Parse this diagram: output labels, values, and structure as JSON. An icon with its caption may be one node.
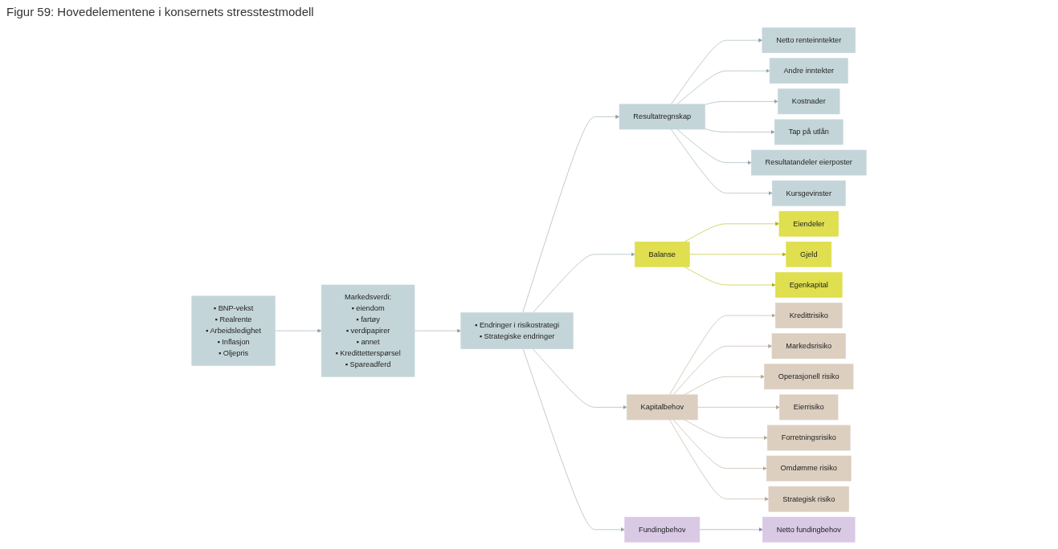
{
  "diagram": {
    "title": "Figur 59: Hovedelementene i konsernets stresstestmodell",
    "nodes": [
      {
        "text": [
          "▪ BNP-vekst",
          "▪ Realrente",
          "▪ Arbeidsledighet",
          "▪ Inflasjon",
          "▪ Oljepris"
        ]
      },
      {
        "text": [
          "Markedsverdi:",
          "▪ eiendom",
          "▪ fartøy",
          "▪ verdipapirer",
          "▪ annet",
          "▪ Kredittetterspørsel",
          "▪ Spareadferd"
        ]
      },
      {
        "text": [
          "▪ Endringer i risikostrategi",
          "▪ Strategiske endringer"
        ]
      },
      {
        "text": [
          "Resultatregnskap"
        ]
      },
      {
        "text": [
          "Netto renteinntekter"
        ]
      },
      {
        "text": [
          "Andre inntekter"
        ]
      },
      {
        "text": [
          "Kostnader"
        ]
      },
      {
        "text": [
          "Tap på utlån"
        ]
      },
      {
        "text": [
          "Resultatandeler eierposter"
        ]
      },
      {
        "text": [
          "Kursgevinster"
        ]
      },
      {
        "text": [
          "Balanse"
        ]
      },
      {
        "text": [
          "Eiendeler"
        ]
      },
      {
        "text": [
          "Gjeld"
        ]
      },
      {
        "text": [
          "Egenkapital"
        ]
      },
      {
        "text": [
          "Kapitalbehov"
        ]
      },
      {
        "text": [
          "Kredittrisiko"
        ]
      },
      {
        "text": [
          "Markedsrisiko"
        ]
      },
      {
        "text": [
          "Operasjonell risiko"
        ]
      },
      {
        "text": [
          "Eierrisiko"
        ]
      },
      {
        "text": [
          "Forretningsrisiko"
        ]
      },
      {
        "text": [
          "Omdømme risiko"
        ]
      },
      {
        "text": [
          "Strategisk risiko"
        ]
      },
      {
        "text": [
          "Fundingbehov"
        ]
      },
      {
        "text": [
          "Netto fundingbehov"
        ]
      }
    ],
    "edges": [
      {
        "from": 0,
        "to": 1,
        "arrow": "to"
      },
      {
        "from": 1,
        "to": 2,
        "arrow": "to"
      },
      {
        "from": 2,
        "to": 3,
        "arrow": "to"
      },
      {
        "from": 2,
        "to": 10,
        "arrow": "to"
      },
      {
        "from": 2,
        "to": 14,
        "arrow": "to"
      },
      {
        "from": 2,
        "to": 22,
        "arrow": "to"
      },
      {
        "from": 3,
        "to": 4,
        "arrow": "to"
      },
      {
        "from": 3,
        "to": 5,
        "arrow": "to"
      },
      {
        "from": 3,
        "to": 6,
        "arrow": "to"
      },
      {
        "from": 3,
        "to": 7,
        "arrow": "to"
      },
      {
        "from": 3,
        "to": 8,
        "arrow": "to"
      },
      {
        "from": 3,
        "to": 9,
        "arrow": "to"
      },
      {
        "from": 10,
        "to": 11,
        "arrow": "to",
        "color": "#b4b800"
      },
      {
        "from": 10,
        "to": 12,
        "arrow": "to",
        "color": "#b4b800"
      },
      {
        "from": 10,
        "to": 13,
        "arrow": "to",
        "color": "#b4b800"
      },
      {
        "from": 14,
        "to": 15,
        "arrow": "to",
        "color": "#b8a592"
      },
      {
        "from": 14,
        "to": 16,
        "arrow": "to",
        "color": "#b8a592"
      },
      {
        "from": 14,
        "to": 17,
        "arrow": "to",
        "color": "#b8a592"
      },
      {
        "from": 14,
        "to": 18,
        "arrow": "to",
        "color": "#b8a592"
      },
      {
        "from": 14,
        "to": 19,
        "arrow": "to",
        "color": "#b8a592"
      },
      {
        "from": 14,
        "to": 20,
        "arrow": "to",
        "color": "#b8a592"
      },
      {
        "from": 14,
        "to": 21,
        "arrow": "to",
        "color": "#b8a592"
      },
      {
        "from": 22,
        "to": 23,
        "arrow": "to",
        "color": "#8f86c4"
      }
    ]
  }
}
